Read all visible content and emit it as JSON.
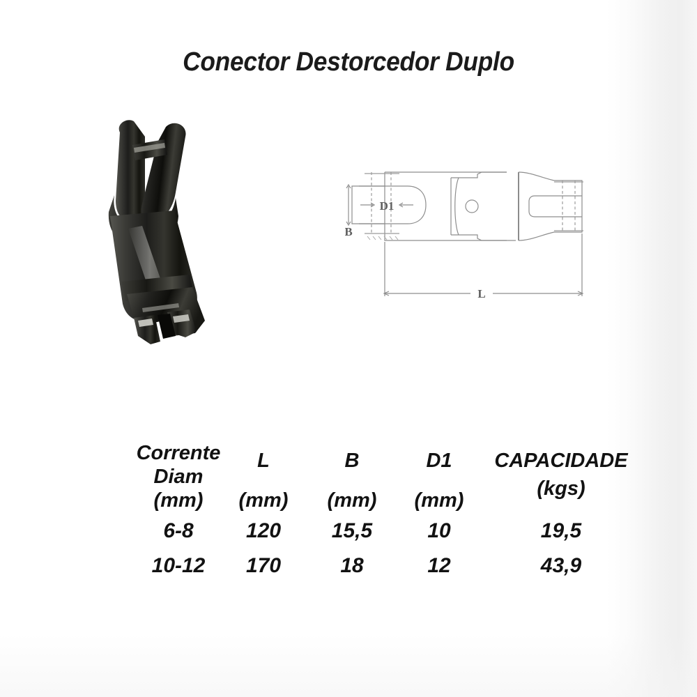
{
  "page": {
    "title": "Conector Destorcedor Duplo",
    "background_color": "#ffffff",
    "text_color": "#1b1b1b"
  },
  "product_photo": {
    "alt": "Conector destorcedor duplo em aco preto",
    "body_color": "#2a2a28",
    "highlight_color": "#b9b9b4"
  },
  "technical_drawing": {
    "line_color": "#8a8a8a",
    "labels": {
      "d1": "D1",
      "b": "B",
      "l": "L"
    }
  },
  "spec_table": {
    "columns": [
      {
        "id": "corrente-diam",
        "header_line1": "Corrente",
        "header_line2": "Diam",
        "header_unit": "(mm)"
      },
      {
        "id": "l",
        "header_line1": "L",
        "header_line2": "",
        "header_unit": "(mm)"
      },
      {
        "id": "b",
        "header_line1": "B",
        "header_line2": "",
        "header_unit": "(mm)"
      },
      {
        "id": "d1",
        "header_line1": "D1",
        "header_line2": "",
        "header_unit": "(mm)"
      },
      {
        "id": "capacidade",
        "header_line1": "CAPACIDADE",
        "header_line2": "",
        "header_unit": "(kgs)"
      }
    ],
    "rows": [
      {
        "corrente_diam": "6-8",
        "l": "120",
        "b": "15,5",
        "d1": "10",
        "capacidade": "19,5"
      },
      {
        "corrente_diam": "10-12",
        "l": "170",
        "b": "18",
        "d1": "12",
        "capacidade": "43,9"
      }
    ]
  }
}
